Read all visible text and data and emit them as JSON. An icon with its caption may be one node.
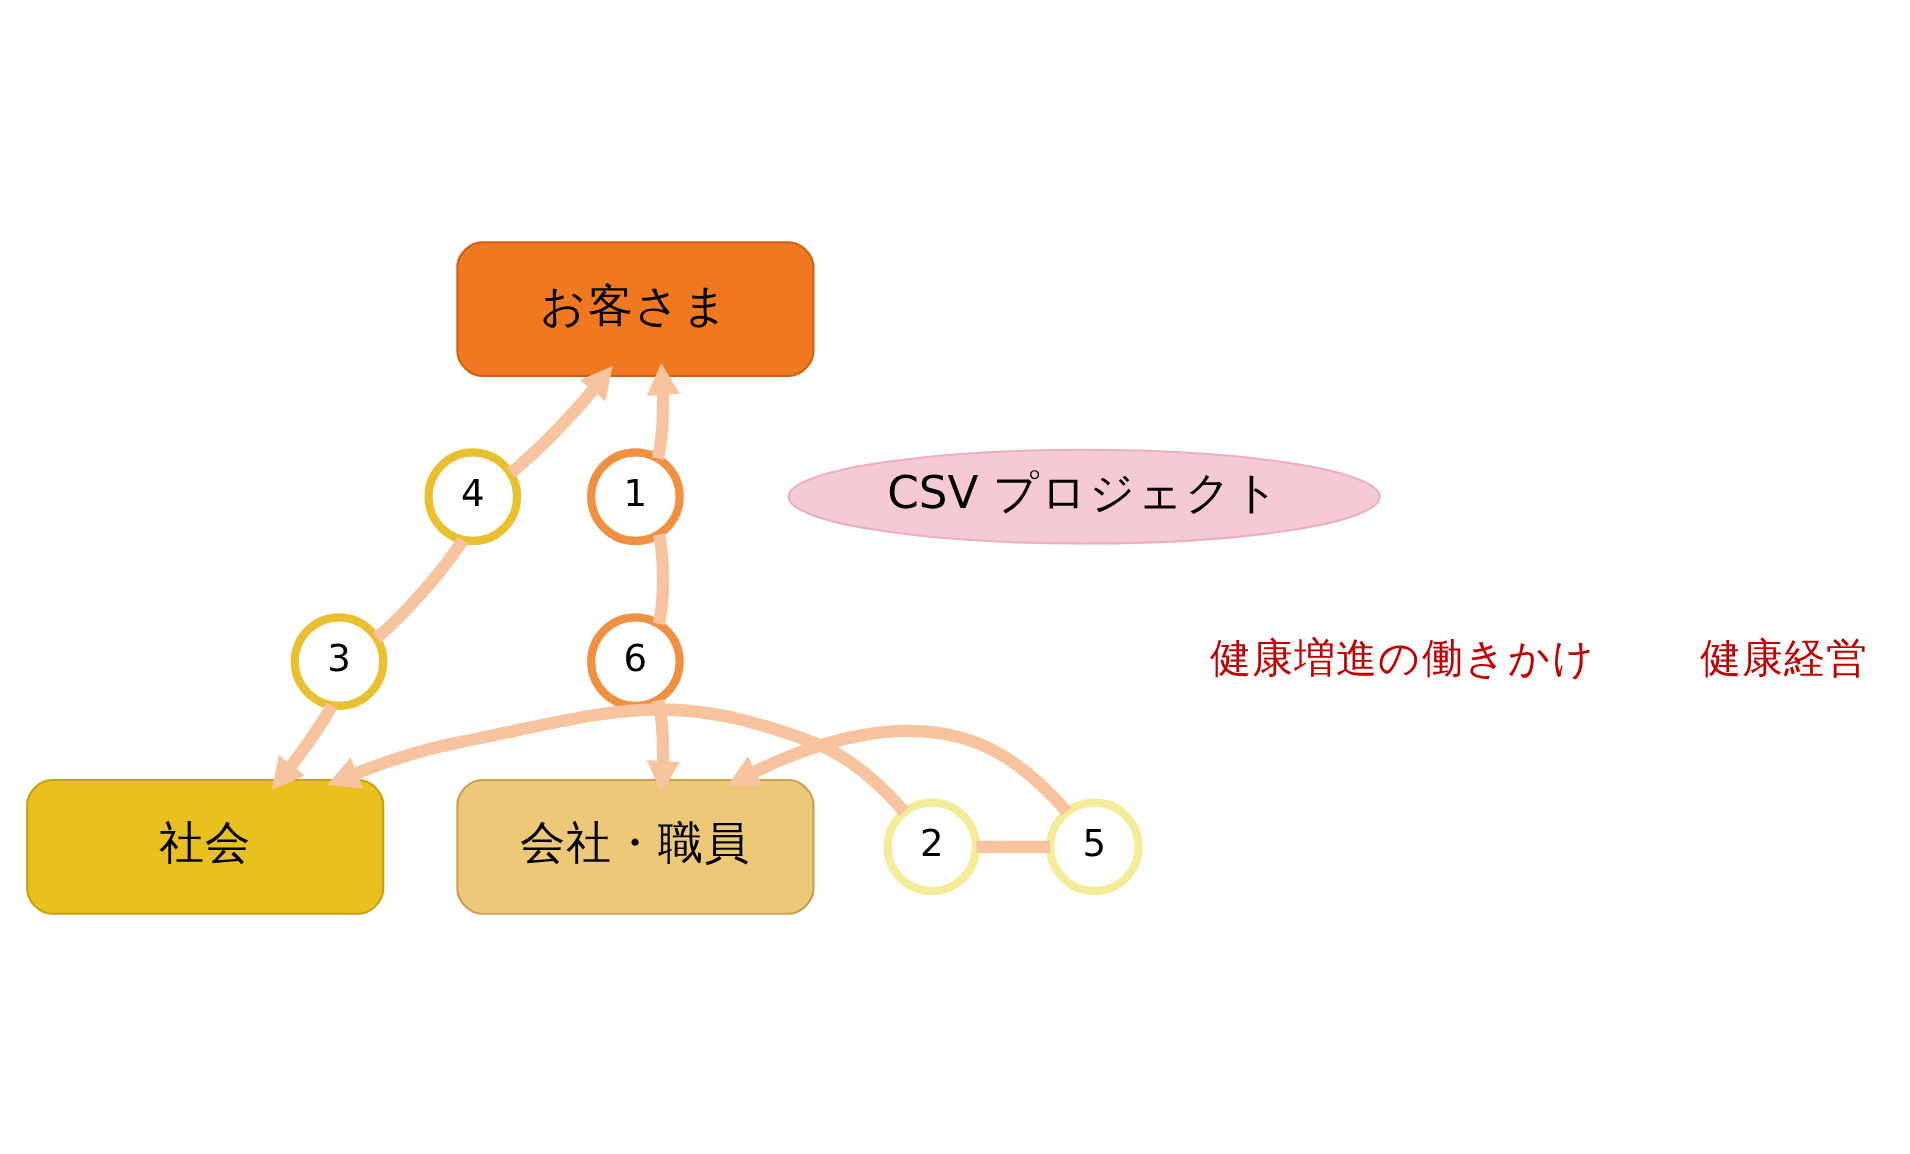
{
  "diagram": {
    "nodes": [
      {
        "text": [
          "お客さま"
        ]
      },
      {
        "text": [
          "4"
        ]
      },
      {
        "text": [
          "1"
        ]
      },
      {
        "text": [
          "CSV プロジェクト"
        ]
      },
      {
        "text": [
          "3"
        ]
      },
      {
        "text": [
          "6"
        ]
      },
      {
        "text": [
          "社会"
        ]
      },
      {
        "text": [
          "2"
        ]
      },
      {
        "text": [
          "5"
        ]
      },
      {
        "text": [
          "会社・職員"
        ]
      }
    ],
    "edges": [
      {
        "from": 1,
        "to": 0,
        "arrow": "to"
      },
      {
        "from": 1,
        "to": 4,
        "arrow": "none"
      },
      {
        "from": 4,
        "to": 6,
        "arrow": "to"
      },
      {
        "from": 2,
        "to": 0,
        "arrow": "to"
      },
      {
        "from": 2,
        "to": 5,
        "arrow": "none"
      },
      {
        "from": 5,
        "to": 9,
        "arrow": "to"
      },
      {
        "from": 7,
        "to": 6,
        "arrow": "to"
      },
      {
        "from": 7,
        "to": 8,
        "arrow": "none"
      },
      {
        "from": 8,
        "to": 9,
        "arrow": "to"
      }
    ],
    "labels": [
      "健康増進の働きかけ",
      "健康経営"
    ]
  }
}
